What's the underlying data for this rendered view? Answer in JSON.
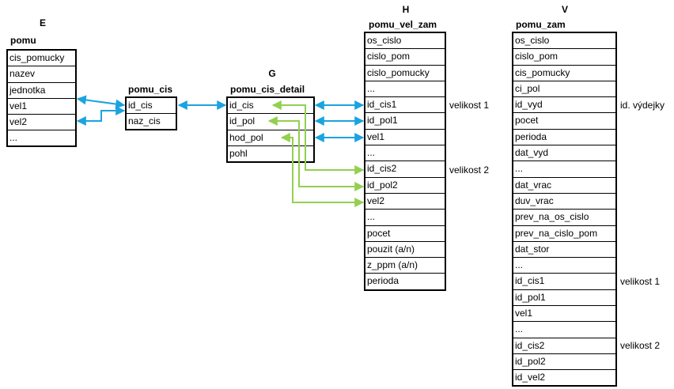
{
  "tables": {
    "E": {
      "letter": "E",
      "name": "pomu",
      "rows": [
        "cis_pomucky",
        "nazev",
        "jednotka",
        "vel1",
        "vel2",
        "..."
      ]
    },
    "C": {
      "name": "pomu_cis",
      "rows": [
        "id_cis",
        "naz_cis"
      ]
    },
    "G": {
      "letter": "G",
      "name": "pomu_cis_detail",
      "rows": [
        "id_cis",
        "id_pol",
        "hod_pol",
        "pohl"
      ]
    },
    "H": {
      "letter": "H",
      "name": "pomu_vel_zam",
      "rows": [
        "os_cislo",
        "cislo_pom",
        "cislo_pomucky",
        "...",
        "id_cis1",
        "id_pol1",
        "vel1",
        "...",
        "id_cis2",
        "id_pol2",
        "vel2",
        "...",
        "pocet",
        "pouzit (a/n)",
        "z_ppm (a/n)",
        "perioda"
      ],
      "notes": [
        "velikost 1",
        "velikost 2"
      ]
    },
    "V": {
      "letter": "V",
      "name": "pomu_zam",
      "rows": [
        "os_cislo",
        "cislo_pom",
        "cis_pomucky",
        "ci_pol",
        "id_vyd",
        "pocet",
        "perioda",
        "dat_vyd",
        "...",
        "dat_vrac",
        "duv_vrac",
        "prev_na_os_cislo",
        "prev_na_cislo_pom",
        "dat_stor",
        "...",
        "id_cis1",
        "id_pol1",
        "vel1",
        "...",
        "id_cis2",
        "id_pol2",
        "id_vel2"
      ],
      "notes": [
        "id. výdejky",
        "velikost 1",
        "velikost 2"
      ]
    }
  },
  "colors": {
    "blue_link": "#1aa3e0",
    "green_link": "#92d050",
    "border": "#000000"
  }
}
